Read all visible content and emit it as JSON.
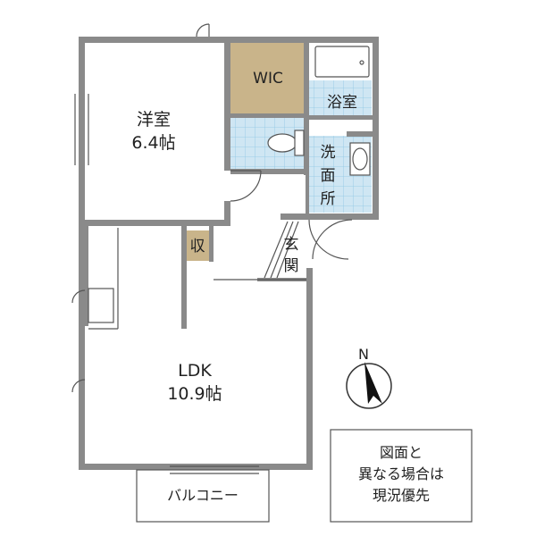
{
  "rooms": {
    "western": {
      "name": "洋室",
      "size": "6.4帖"
    },
    "wic": {
      "name": "WIC"
    },
    "bath": {
      "name": "浴室"
    },
    "washroom": {
      "chars": [
        "洗",
        "面",
        "所"
      ]
    },
    "storage": {
      "name": "収"
    },
    "entrance": {
      "chars": [
        "玄",
        "関"
      ]
    },
    "ldk": {
      "name": "LDK",
      "size": "10.9帖"
    },
    "balcony": {
      "name": "バルコニー"
    }
  },
  "compass": {
    "label": "N"
  },
  "notice": {
    "lines": [
      "図面と",
      "異なる場合は",
      "現況優先"
    ]
  },
  "colors": {
    "wall": "#8a8a8a",
    "wic_fill": "#c9b48a",
    "storage_fill": "#c9b48a",
    "tile_fill": "#cfe6f3",
    "tile_grid": "#8ec6e4"
  }
}
